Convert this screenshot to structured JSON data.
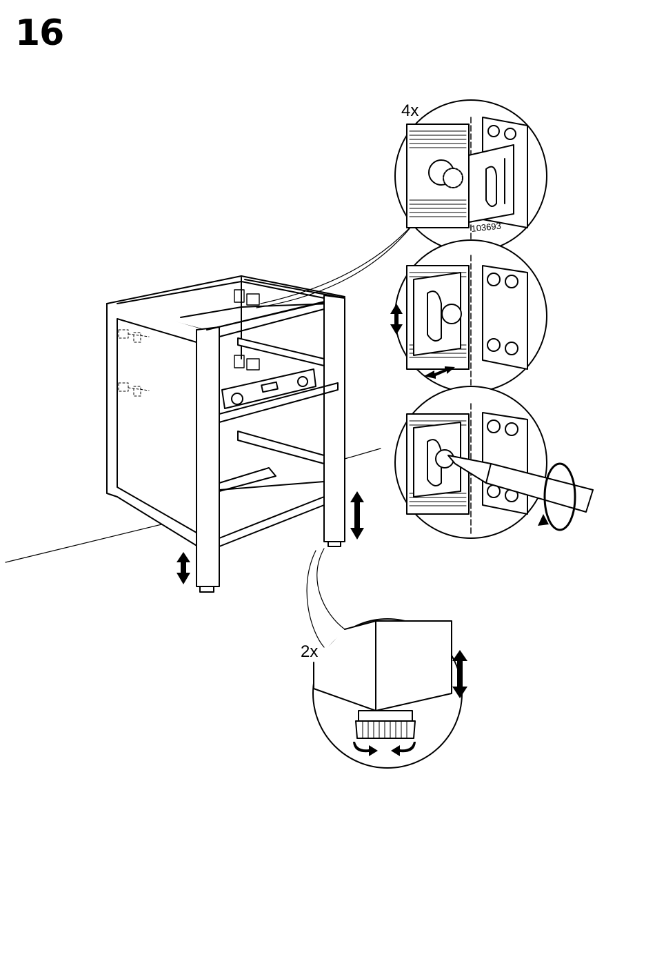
{
  "step": {
    "number": "16"
  },
  "callouts": {
    "bracket_quantity": "4x",
    "part_number": "103693",
    "foot_quantity": "2x"
  },
  "colors": {
    "line": "#000000",
    "background": "#ffffff",
    "shade": "#e6e6e6"
  },
  "icons": [
    "level-tool",
    "screwdriver",
    "adjustment-arrows",
    "rotate-arrow",
    "wall-bracket",
    "adjustable-foot"
  ]
}
